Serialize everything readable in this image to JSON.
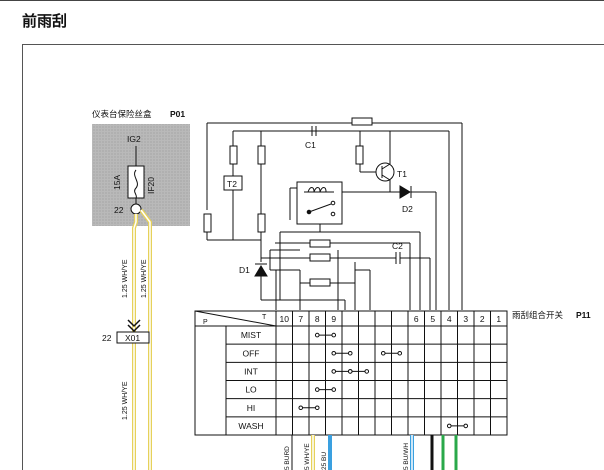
{
  "page": {
    "title": "前雨刮"
  },
  "fuse_box": {
    "label": "仪表台保险丝盒",
    "code": "P01",
    "ig_label": "IG2",
    "fuse_rating": "15A",
    "fuse_id": "IF20",
    "pin": "22"
  },
  "wires": {
    "w1": "1.25 WH/YE",
    "w2": "1.25 WH/YE",
    "w3": "1.25 WH/YE"
  },
  "connector": {
    "pin": "22",
    "code": "X01"
  },
  "components": {
    "c1": "C1",
    "c2": "C2",
    "t1": "T1",
    "t2": "T2",
    "d1": "D1",
    "d2": "D2"
  },
  "switch": {
    "label": "雨刮组合开关",
    "code": "P11",
    "header_p": "P",
    "header_t": "T",
    "columns": [
      "10",
      "7",
      "8",
      "9",
      "",
      "",
      "",
      "",
      "6",
      "5",
      "4",
      "3",
      "2",
      "1"
    ],
    "rows": [
      "MIST",
      "OFF",
      "INT",
      "LO",
      "HI",
      "WASH"
    ]
  },
  "bottom_wires": {
    "b1": "5 BURD",
    "b2": "5 WH/YE",
    "b3": "25 BU",
    "b4": "5 BU/WH"
  }
}
